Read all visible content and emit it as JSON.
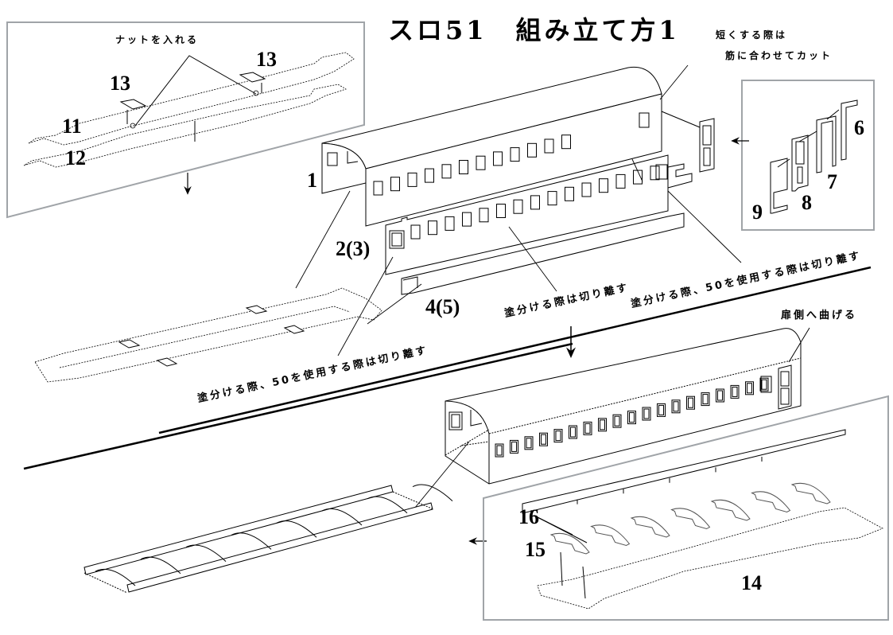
{
  "title": "スロ51　組み立て方1",
  "colors": {
    "ink": "#000000",
    "frame": "#a0a4a8",
    "paper": "#ffffff"
  },
  "notes": {
    "insert_nut": "ナットを入れる",
    "shorten_line1": "短くする際は",
    "shorten_line2": "筋に合わせてカット",
    "separate_when_painting": "塗分ける際は切り離す",
    "separate_when_painting_50_right": "塗分ける際、50を使用する際は切り離す",
    "separate_when_painting_50_left": "塗分ける際、50を使用する際は切り離す",
    "bend_to_door_side": "扉側へ曲げる"
  },
  "part_numbers": {
    "p1": "1",
    "p2_3": "2(3)",
    "p4_5": "4(5)",
    "p6": "6",
    "p7": "7",
    "p8": "8",
    "p9": "9",
    "p11": "11",
    "p12": "12",
    "p13a": "13",
    "p13b": "13",
    "p14": "14",
    "p15": "15",
    "p16": "16"
  },
  "icons": {
    "arrow_down": "arrow-down-icon",
    "arrow_left": "arrow-left-icon"
  }
}
